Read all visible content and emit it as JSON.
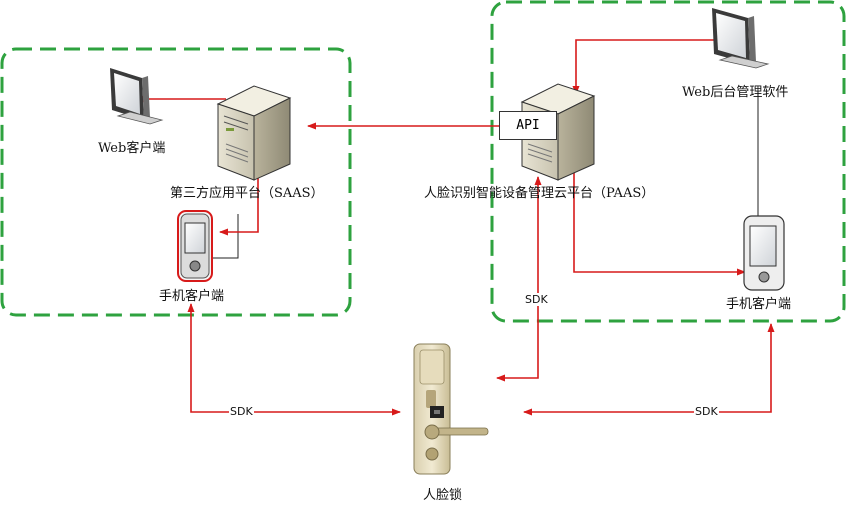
{
  "colors": {
    "connection": "#d71a1a",
    "group_border": "#2ea23f",
    "plain_line": "#222222"
  },
  "labels": {
    "web_client": "Web客户端",
    "saas_platform": "第三方应用平台（SAAS）",
    "mobile_client_left": "手机客户端",
    "api": "API",
    "paas_platform": "人脸识别智能设备管理云平台（PAAS）",
    "web_admin": "Web后台管理软件",
    "mobile_client_right": "手机客户端",
    "sdk_center": "SDK",
    "sdk_left": "SDK",
    "sdk_right": "SDK",
    "face_lock": "人脸锁"
  },
  "icons": {
    "web_client": "monitor-icon",
    "saas_server": "server-tower-icon",
    "mobile_left": "mobile-phone-icon",
    "paas_server": "server-tower-icon",
    "web_admin": "monitor-icon",
    "mobile_right": "mobile-phone-icon",
    "face_lock": "smart-door-lock-icon"
  }
}
